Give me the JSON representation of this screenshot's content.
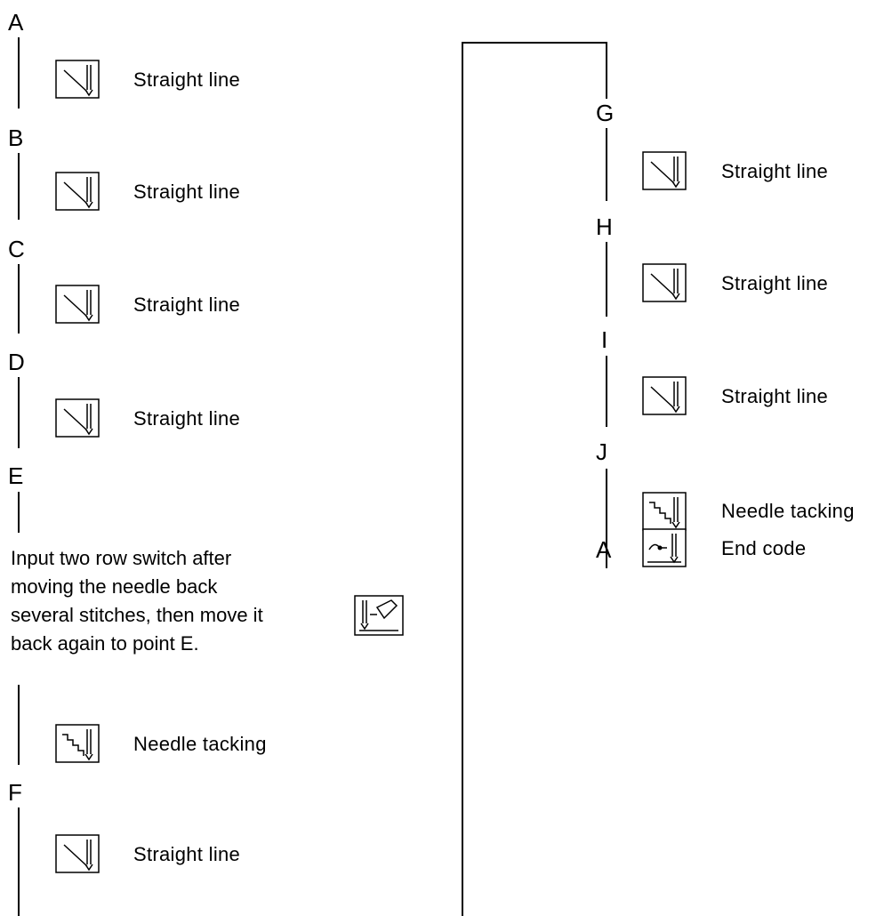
{
  "left_column": {
    "points": [
      "A",
      "B",
      "C",
      "D",
      "E",
      "F"
    ],
    "steps": [
      {
        "icon": "straight-line-icon",
        "label": "Straight line"
      },
      {
        "icon": "straight-line-icon",
        "label": "Straight line"
      },
      {
        "icon": "straight-line-icon",
        "label": "Straight line"
      },
      {
        "icon": "straight-line-icon",
        "label": "Straight line"
      },
      {
        "icon": "needle-tacking-icon",
        "label": "Needle tacking"
      },
      {
        "icon": "straight-line-icon",
        "label": "Straight line"
      }
    ],
    "note": {
      "lines": [
        "Input two row switch after",
        "moving the needle back",
        "several stitches, then move it",
        "back again to point E."
      ],
      "icon": "two-row-switch-icon"
    }
  },
  "right_column": {
    "points": [
      "G",
      "H",
      "I",
      "J",
      "A"
    ],
    "steps": [
      {
        "icon": "straight-line-icon",
        "label": "Straight line"
      },
      {
        "icon": "straight-line-icon",
        "label": "Straight line"
      },
      {
        "icon": "straight-line-icon",
        "label": "Straight line"
      },
      {
        "icon": "needle-tacking-icon",
        "label": "Needle tacking"
      },
      {
        "icon": "end-code-icon",
        "label": "End code"
      }
    ]
  }
}
